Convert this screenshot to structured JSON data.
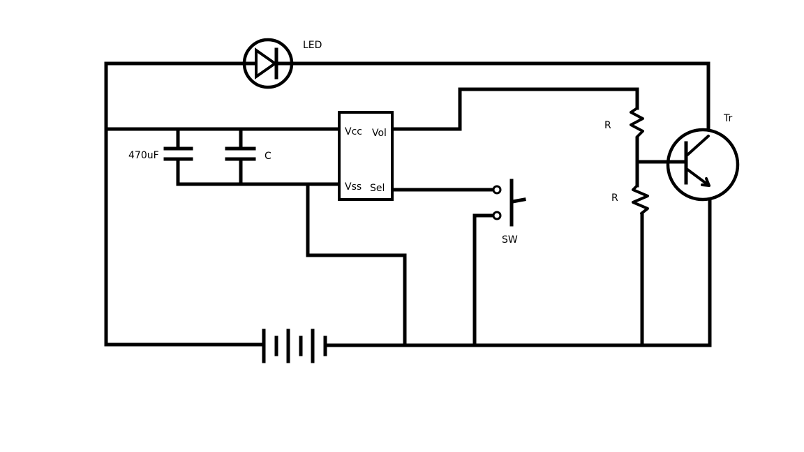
{
  "colors": {
    "background": "#ffffff",
    "ink": "#000000"
  },
  "labels": {
    "led": "LED",
    "tr": "Tr",
    "r_top": "R",
    "r_bottom": "R",
    "cap_470": "470uF",
    "cap_c": "C",
    "vcc": "Vcc",
    "vol": "Vol",
    "vss": "Vss",
    "sel": "Sel",
    "sw": "SW"
  },
  "components": [
    {
      "name": "led",
      "symbol": "diode-in-circle"
    },
    {
      "name": "transistor",
      "symbol": "npn-transistor"
    },
    {
      "name": "resistor-top",
      "symbol": "zigzag-resistor"
    },
    {
      "name": "resistor-bottom",
      "symbol": "zigzag-resistor"
    },
    {
      "name": "capacitor-470uf",
      "symbol": "capacitor"
    },
    {
      "name": "capacitor-c",
      "symbol": "capacitor"
    },
    {
      "name": "ic",
      "symbol": "rectangle-4-pin"
    },
    {
      "name": "switch",
      "symbol": "push-button"
    },
    {
      "name": "battery",
      "symbol": "multi-cell-battery"
    }
  ]
}
